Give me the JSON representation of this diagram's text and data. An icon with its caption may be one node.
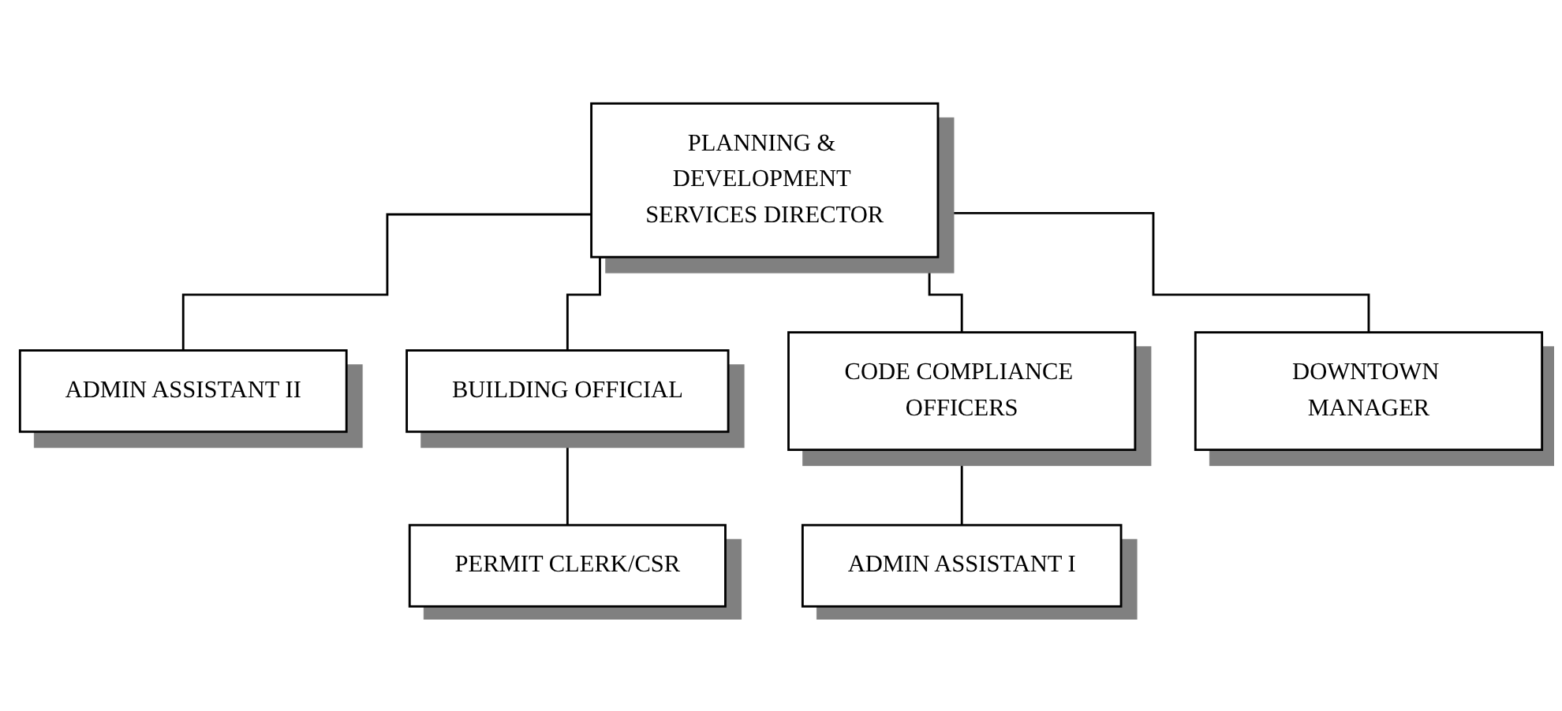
{
  "diagram": {
    "nodes": [
      {
        "text": [
          "PLANNING & DEVELOPMENT SERVICES DIRECTOR"
        ]
      },
      {
        "text": [
          "ADMIN ASSISTANT II"
        ]
      },
      {
        "text": [
          "BUILDING OFFICIAL"
        ]
      },
      {
        "text": [
          "CODE COMPLIANCE OFFICERS"
        ]
      },
      {
        "text": [
          "DOWNTOWN MANAGER"
        ]
      },
      {
        "text": [
          "PERMIT CLERK/CSR"
        ]
      },
      {
        "text": [
          "ADMIN ASSISTANT I"
        ]
      }
    ],
    "edges": [
      {
        "from": 0,
        "to": 1,
        "arrow": "none"
      },
      {
        "from": 0,
        "to": 2,
        "arrow": "none"
      },
      {
        "from": 0,
        "to": 3,
        "arrow": "none"
      },
      {
        "from": 0,
        "to": 4,
        "arrow": "none"
      },
      {
        "from": 2,
        "to": 5,
        "arrow": "none"
      },
      {
        "from": 3,
        "to": 6,
        "arrow": "none"
      }
    ]
  }
}
